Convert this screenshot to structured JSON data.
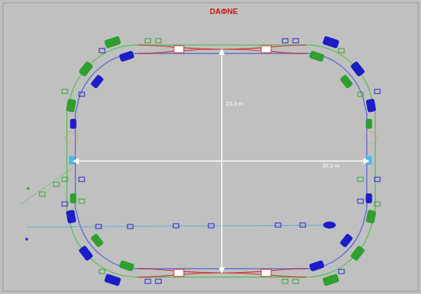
{
  "diagram": {
    "title": "DAΦNE",
    "labels": [
      "23.3 m",
      "32.1 m"
    ]
  }
}
